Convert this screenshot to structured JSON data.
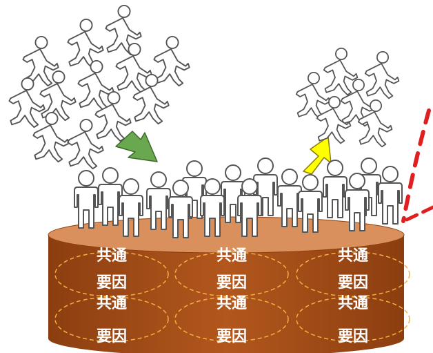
{
  "diagram": {
    "colors": {
      "cylinder_side": "#b2571d",
      "cylinder_side_dark": "#8c3e10",
      "cylinder_top": "#d9905c",
      "ellipse_dash": "#f5b042",
      "label": "#ffffff",
      "figure_fill": "#ffffff",
      "figure_stroke": "#555555",
      "arrow_in": "#6aa84f",
      "arrow_out": "#ffff00",
      "dashed_red": "#e02020"
    },
    "factor_groups": [
      {
        "line1": "共通",
        "line2": "要因"
      },
      {
        "line1": "共通",
        "line2": "要因"
      },
      {
        "line1": "共通",
        "line2": "要因"
      },
      {
        "line1": "共通",
        "line2": "要因"
      },
      {
        "line1": "共通",
        "line2": "要因"
      },
      {
        "line1": "共通",
        "line2": "要因"
      }
    ],
    "incoming_crowd_icon": "running-person-icon",
    "outgoing_crowd_icon": "running-person-icon",
    "standing_crowd_icon": "standing-person-icon",
    "arrow_in_icon": "arrow-down-right-icon",
    "arrow_out_icon": "arrow-up-right-icon"
  }
}
